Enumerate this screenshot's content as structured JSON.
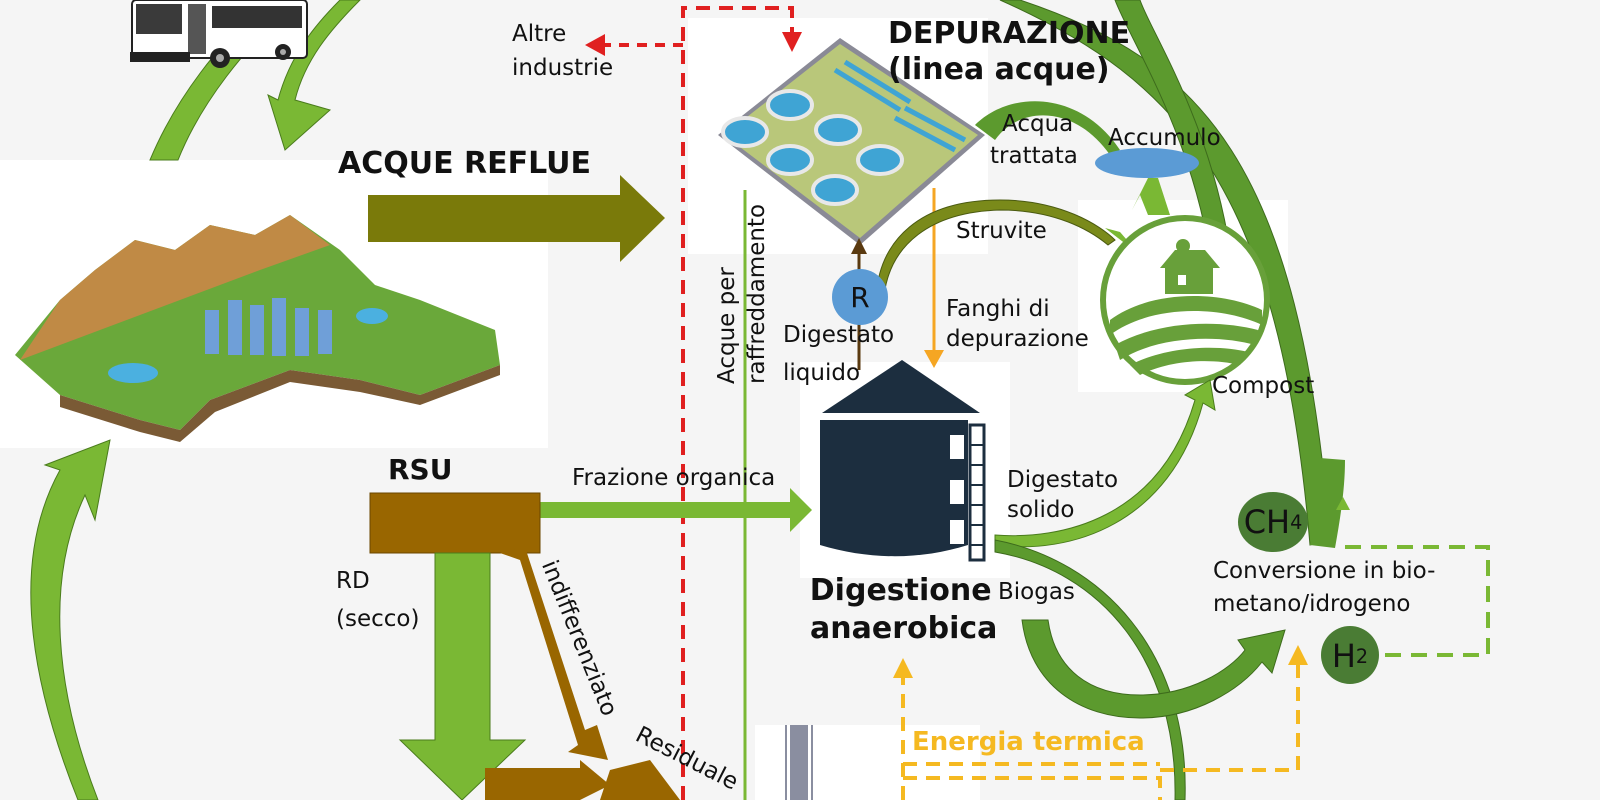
{
  "colors": {
    "background": "#f5f5f5",
    "green_light": "#7ab834",
    "green_dark": "#5c9a2e",
    "green_node": "#4a7c34",
    "olive": "#7a7a0a",
    "brown": "#996600",
    "red_dashed": "#e02020",
    "orange": "#f5a623",
    "yellow_dashed": "#f5b921",
    "blue_node": "#5b9bd5",
    "silo": "#1c2e3f"
  },
  "nodes": {
    "depurazione_title_1": "DEPURAZIONE",
    "depurazione_title_2": "(linea acque)",
    "acque_reflue": "ACQUE REFLUE",
    "rsu": "RSU",
    "digestione_1": "Digestione",
    "digestione_2": "anaerobica",
    "conversione_1": "Conversione in bio-",
    "conversione_2": "metano/idrogeno",
    "ch4": "CH",
    "ch4_sub": "4",
    "h2": "H",
    "h2_sub": "2",
    "r_node": "R"
  },
  "labels": {
    "altre_industrie_1": "Altre",
    "altre_industrie_2": "industrie",
    "acqua_trattata_1": "Acqua",
    "acqua_trattata_2": "trattata",
    "accumulo": "Accumulo",
    "struvite": "Struvite",
    "fanghi_1": "Fanghi di",
    "fanghi_2": "depurazione",
    "digestato_liquido_1": "Digestato",
    "digestato_liquido_2": "liquido",
    "acque_raffreddamento_1": "Acque per",
    "acque_raffreddamento_2": "raffreddamento",
    "compost": "Compost",
    "digestato_solido_1": "Digestato",
    "digestato_solido_2": "solido",
    "biogas": "Biogas",
    "frazione_organica": "Frazione organica",
    "rd_1": "RD",
    "rd_2": "(secco)",
    "indifferenziato": "indifferenziato",
    "residuale": "Residuale",
    "energia_termica": "Energia termica"
  },
  "images": {
    "bus": "bus-illustration",
    "city": "city-landscape-illustration",
    "treatment_plant": "wastewater-treatment-plant-illustration",
    "farm": "farm-compost-emblem",
    "silo": "anaerobic-digester-silo"
  }
}
